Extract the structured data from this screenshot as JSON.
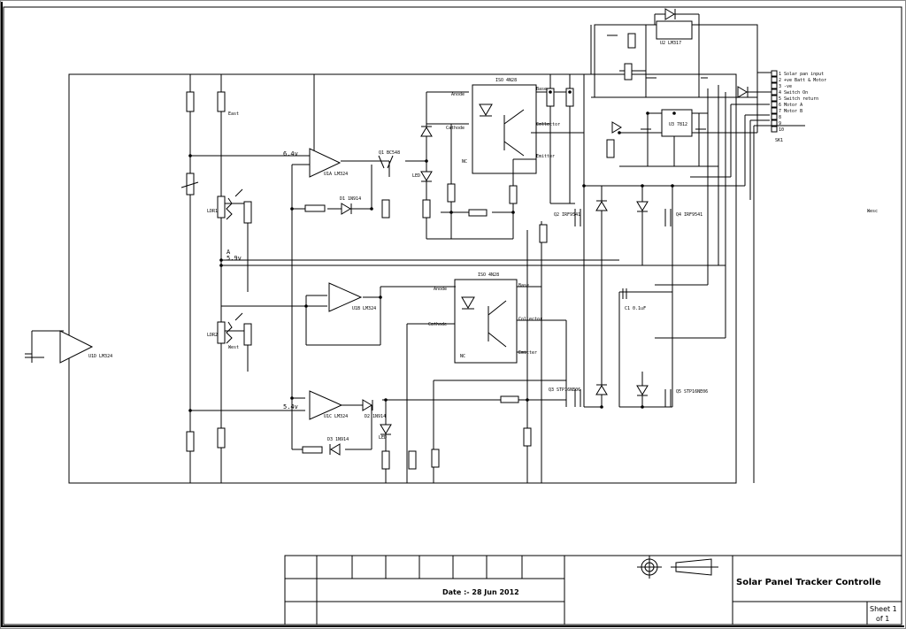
{
  "title_block": {
    "title": "Solar Panel Tracker Controlle",
    "date": "Date :- 28 Jun 2012",
    "sheet": "Sheet 1",
    "of": "of 1"
  },
  "net_labels": {
    "v64": "6.4v",
    "a": "A",
    "v59": "5.9v",
    "v54": "5.4v",
    "anode1": "Anode",
    "cathode1": "Cathode",
    "collector1": "Collector",
    "emitter1": "Emitter",
    "base1": "Base",
    "nc1": "NC",
    "anode2": "Anode",
    "cathode2": "Cathode",
    "collector2": "Collector",
    "emitter2": "Emitter",
    "base2": "Base",
    "nc2": "NC",
    "east": "East",
    "west": "West",
    "wesc": "Wesc"
  },
  "parts": {
    "u1a": "U1A LM324",
    "u1b": "U1B LM324",
    "u1c": "U1C LM324",
    "u1d": "U1D LM324",
    "q1": "Q1 BC548",
    "iso1": "ISO 4N28",
    "iso2": "ISO 4N28",
    "led1": "LED",
    "led2": "LED",
    "d1": "D1 1N914",
    "d2": "D2 1N914",
    "d3": "D3 1N914",
    "q2": "Q2 IRF9541",
    "q3": "Q3 STP16NE06",
    "q4": "Q4 IRF9541",
    "q5": "Q5 STP16NE06",
    "c1": "C1 0.1uF",
    "u2": "U2 LM317",
    "u3": "U3 7812",
    "ldr1": "LDR1",
    "ldr2": "LDR2"
  },
  "connector": {
    "pins": [
      "1 Solar pan input",
      "2 +ve Batt & Motor",
      "3 -ve",
      "4 Switch On",
      "5 Switch return",
      "6 Motor A",
      "7 Motor B",
      "8",
      "9",
      "10"
    ],
    "label": "SK1"
  }
}
